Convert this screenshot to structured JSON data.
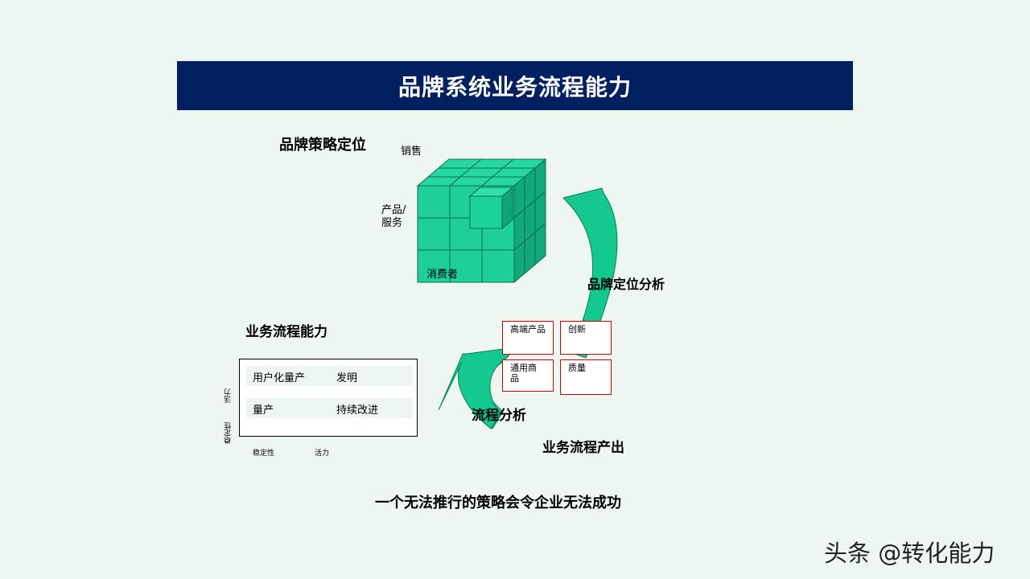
{
  "title": "品牌系统业务流程能力",
  "cube": {
    "heading": "品牌策略定位",
    "label_top": "销售",
    "label_left_1": "产品/",
    "label_left_2": "服务",
    "label_bottom": "消费者"
  },
  "arrows": {
    "upper_label": "品牌定位分析",
    "lower_label": "流程分析"
  },
  "output": {
    "label": "业务流程产出",
    "boxes": [
      {
        "lines": [
          "高端产品"
        ]
      },
      {
        "lines": [
          "创新"
        ]
      },
      {
        "lines": [
          "通用商",
          "品"
        ]
      },
      {
        "lines": [
          "质量"
        ]
      }
    ]
  },
  "capability": {
    "heading": "业务流程能力",
    "rows": [
      {
        "left": "用户化量产",
        "right": "发明"
      },
      {
        "left": "量产",
        "right": "持续改进"
      }
    ],
    "y_axis_top": "活力",
    "y_axis_bottom": "稳定性",
    "x_axis_left": "稳定性",
    "x_axis_right": "活力"
  },
  "conclusion": "一个无法推行的策略会令企业无法成功",
  "watermark": "头条 @转化能力",
  "colors": {
    "title_bg": "#002060",
    "cube_green": "#1fcf98",
    "arrow_green": "#14c98f",
    "box_border": "#c00000"
  }
}
